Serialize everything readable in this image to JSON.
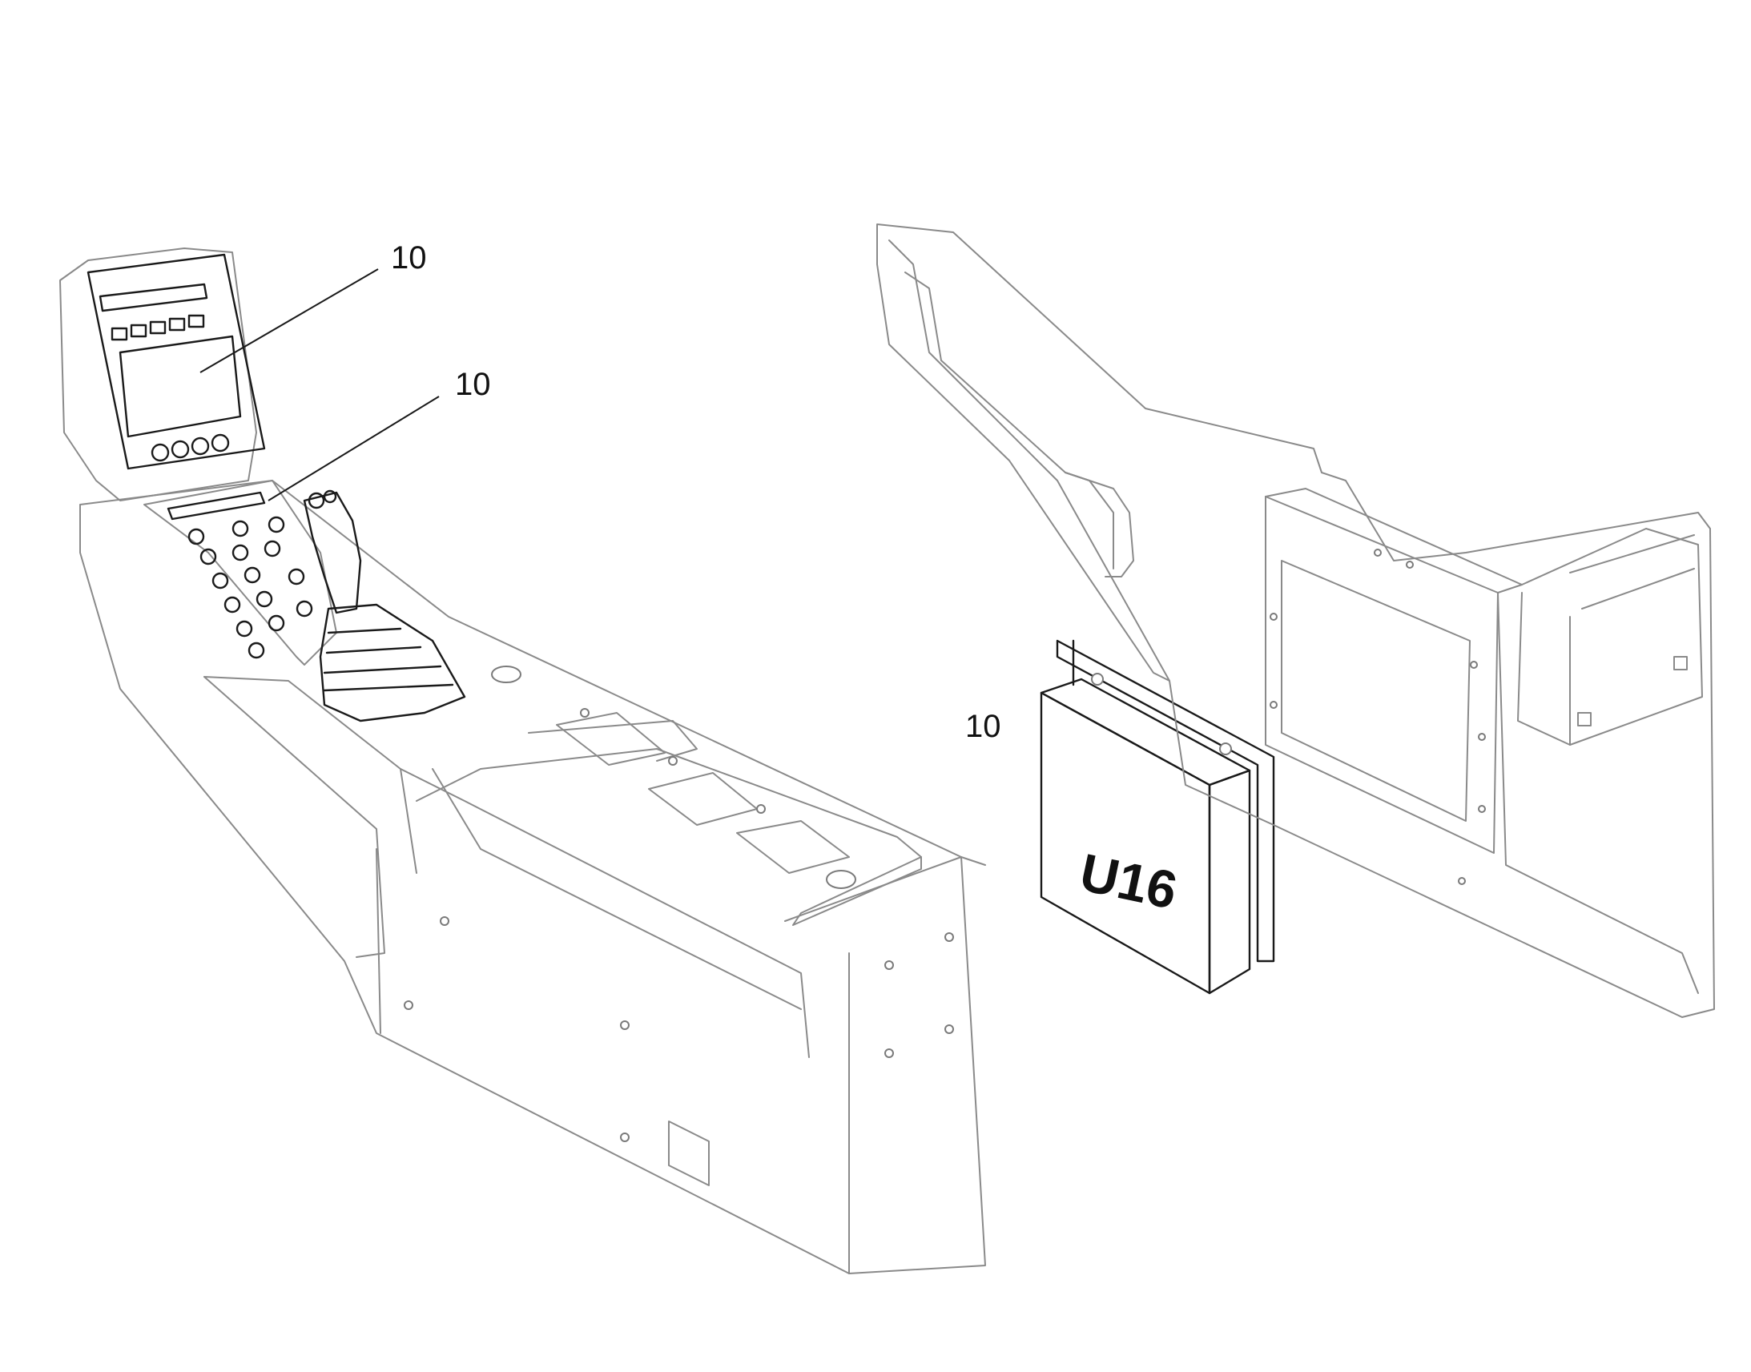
{
  "callouts": {
    "display_ref": "10",
    "keypad_ref": "10",
    "module_ref": "10"
  },
  "module": {
    "label": "U16"
  },
  "colors": {
    "line": "#8a8a8a",
    "ink": "#1a1a1a",
    "background": "#ffffff"
  }
}
